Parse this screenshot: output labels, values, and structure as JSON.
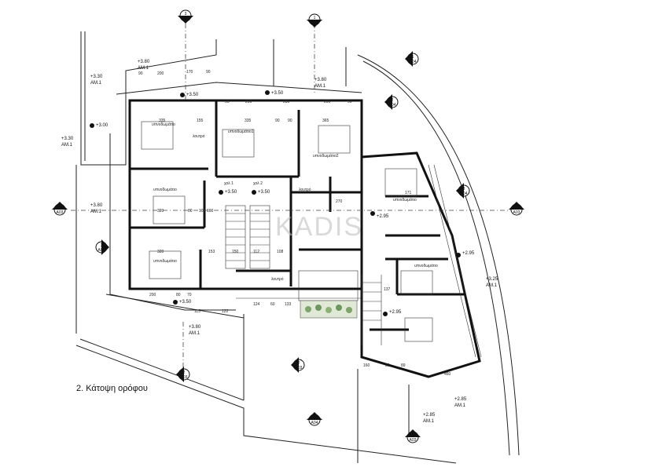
{
  "plan": {
    "title": "2. Κάτοψη ορόφου",
    "watermark": "KADIS",
    "rooms": [
      {
        "label": "υπνοδωμάτιο"
      },
      {
        "label": "υπνοδωμάτιο1"
      },
      {
        "label": "υπνοδωμάτιο2"
      },
      {
        "label": "υπνοδωμάτιο"
      },
      {
        "label": "υπνοδωμάτιο"
      },
      {
        "label": "υπνοδωμάτιο"
      },
      {
        "label": "υπνοδωμάτιο"
      },
      {
        "label": "λουτρό"
      },
      {
        "label": "λουτρό"
      },
      {
        "label": "λουτρό"
      },
      {
        "label": "χολ 1"
      },
      {
        "label": "χολ 2"
      }
    ],
    "levels": [
      "+3.50",
      "+3.50",
      "+3.50",
      "+3.50",
      "+3.50",
      "+3.00",
      "+2.95",
      "+2.95",
      "+2.95"
    ],
    "level_tags": [
      {
        "value": "+3.80",
        "tag": "ΑΜ.1"
      },
      {
        "value": "+3.30",
        "tag": "ΑΜ.1"
      },
      {
        "value": "+3.30",
        "tag": "ΑΜ.1"
      },
      {
        "value": "+3.80",
        "tag": "ΑΜ.1"
      },
      {
        "value": "+3.80",
        "tag": "ΑΜ.1"
      },
      {
        "value": "+3.80",
        "tag": "ΑΜ.1"
      },
      {
        "value": "+3.25",
        "tag": "ΑΜ.1"
      },
      {
        "value": "+2.85",
        "tag": "ΑΜ.1"
      },
      {
        "value": "+2.85",
        "tag": "ΑΜ.1"
      }
    ],
    "dimensions": [
      "90",
      "200",
      "170",
      "90",
      "65",
      "200",
      "280",
      "200",
      "90",
      "335",
      "155",
      "335",
      "90",
      "90",
      "365",
      "320",
      "80",
      "10",
      "160",
      "153",
      "150",
      "112",
      "108",
      "320",
      "200",
      "80",
      "70",
      "124",
      "60",
      "133",
      "270",
      "137",
      "160",
      "89",
      "89",
      "460",
      "171",
      "115",
      "122"
    ],
    "section_markers": [
      {
        "num": "1",
        "ref": "A03"
      },
      {
        "num": "1",
        "ref": "A03"
      },
      {
        "num": "3",
        "ref": "A04"
      },
      {
        "num": "2",
        "ref": "A03"
      },
      {
        "num": "2",
        "ref": "A04"
      },
      {
        "num": "1",
        "ref": "A04"
      },
      {
        "num": "3",
        "ref": "A04"
      },
      {
        "num": "3",
        "ref": "A03"
      },
      {
        "num": "1",
        "ref": "A04"
      },
      {
        "num": "2",
        "ref": "A03"
      },
      {
        "num": "2",
        "ref": "A04"
      },
      {
        "num": "3",
        "ref": "A03"
      }
    ]
  }
}
